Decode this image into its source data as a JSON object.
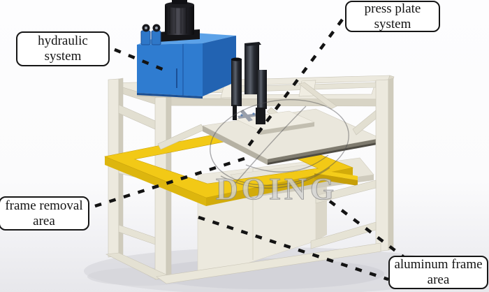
{
  "labels": {
    "hydraulic": {
      "line1": "hydraulic",
      "line2": "system"
    },
    "press_plate": {
      "line1": "press plate",
      "line2": "system"
    },
    "frame_removal": {
      "line1": "frame removal",
      "line2": "area"
    },
    "aluminum_frame": {
      "line1": "aluminum frame",
      "line2": "area"
    }
  },
  "watermark": {
    "text": "DOING"
  },
  "colors": {
    "hydraulic_blue": "#2F7CD0",
    "hydraulic_blue_light": "#5CA2E8",
    "hydraulic_blue_dark": "#2263B2",
    "frame_cream": "#ECE9DE",
    "frame_cream_shade": "#D8D4C5",
    "mold_yellow": "#F2C916",
    "mold_yellow_dark": "#D2AB0A",
    "motor_black": "#1B1B1E",
    "cylinder_gray": "#2E323A",
    "watermark_gray": "#D4D4D4",
    "leader_black": "#131313"
  }
}
